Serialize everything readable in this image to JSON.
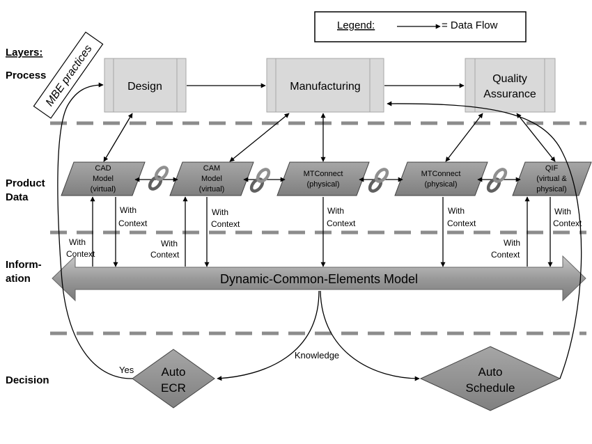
{
  "legend": {
    "title": "Legend:",
    "entry": "= Data Flow"
  },
  "layers": {
    "heading": "Layers:",
    "process": "Process",
    "product_data": [
      "Product",
      "Data"
    ],
    "information": [
      "Inform-",
      "ation"
    ],
    "decision": "Decision"
  },
  "mbe_tag": "MBE practices",
  "process_boxes": {
    "design": [
      "Design"
    ],
    "manufacturing": [
      "Manufacturing"
    ],
    "quality": [
      "Quality",
      "Assurance"
    ]
  },
  "data_nodes": {
    "cad": [
      "CAD",
      "Model",
      "(virtual)"
    ],
    "cam": [
      "CAM",
      "Model",
      "(virtual)"
    ],
    "mtc1": [
      "MTConnect",
      "(physical)"
    ],
    "mtc2": [
      "MTConnect",
      "(physical)"
    ],
    "qif": [
      "QIF",
      "(virtual &",
      "physical)"
    ]
  },
  "context_labels": {
    "with": "With",
    "context": "Context"
  },
  "model": "Dynamic-Common-Elements Model",
  "decision": {
    "ecr": [
      "Auto",
      "ECR"
    ],
    "schedule": [
      "Auto",
      "Schedule"
    ],
    "knowledge": "Knowledge",
    "yes": "Yes"
  },
  "colors": {
    "process_fill": "#d9d9d9",
    "process_stroke": "#a6a6a6",
    "node_fill": "#8c8c8c",
    "divider": "#8c8c8c",
    "model_fill": "#a0a0a0"
  }
}
